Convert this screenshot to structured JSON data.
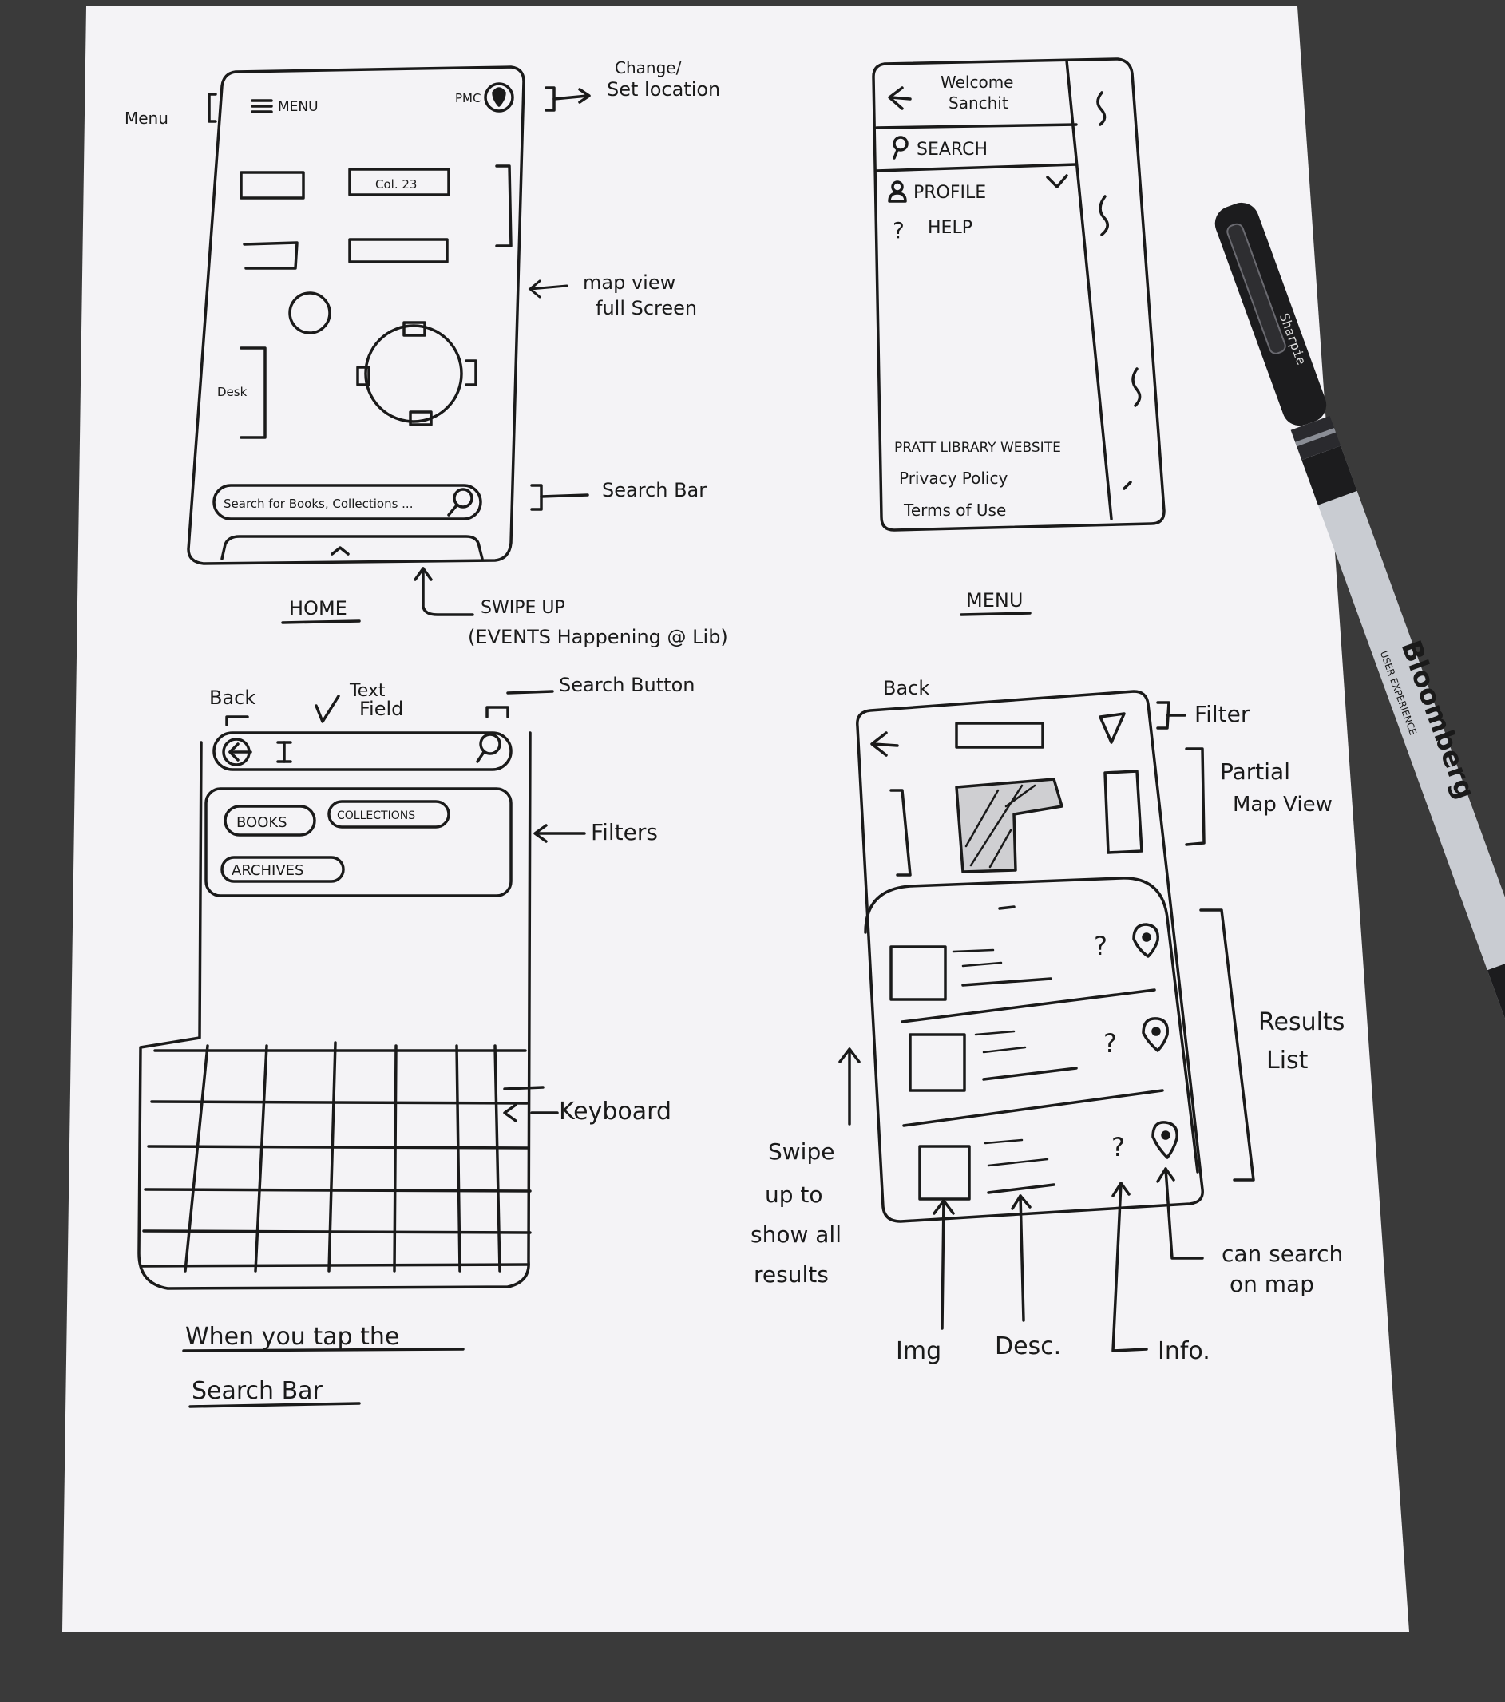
{
  "colors": {
    "desk": "#3a3a3a",
    "paper": "#f4f3f6",
    "ink": "#1a1a1a",
    "marker_body": "#1c1c1e",
    "marker_label": "#c9ccd2"
  },
  "icons": [
    "menu-icon",
    "location-pin-icon",
    "search-icon",
    "back-arrow-icon",
    "profile-icon",
    "help-icon",
    "chevron-down-icon",
    "filter-icon",
    "info-icon",
    "map-pin-icon"
  ],
  "home": {
    "menu_note": "Menu",
    "menu_label": "MENU",
    "location_code": "PMC",
    "change_location_note_1": "Change/",
    "change_location_note_2": "Set location",
    "col_label": "Col. 23",
    "desk_label": "Desk",
    "map_note_1": "map view",
    "map_note_2": "full Screen",
    "search_placeholder": "Search for Books, Collections ...",
    "search_bar_note": "Search Bar",
    "swipe_note_1": "SWIPE UP",
    "swipe_note_2": "(EVENTS Happening @ Lib)",
    "caption": "HOME"
  },
  "menu": {
    "welcome_1": "Welcome",
    "welcome_2": "Sanchit",
    "items": [
      {
        "label": "SEARCH"
      },
      {
        "label": "PROFILE"
      },
      {
        "label": "HELP"
      }
    ],
    "footer_links": [
      "PRATT LIBRARY WEBSITE",
      "Privacy Policy",
      "Terms of Use"
    ],
    "caption": "MENU"
  },
  "search_screen": {
    "back_note": "Back",
    "text_field_note_1": "Text",
    "text_field_note_2": "Field",
    "search_button_note": "Search Button",
    "filters": [
      "BOOKS",
      "COLLECTIONS",
      "ARCHIVES"
    ],
    "filters_note": "Filters",
    "keyboard_note": "Keyboard",
    "caption_1": "When you tap the",
    "caption_2": "Search Bar"
  },
  "results": {
    "back_note": "Back",
    "filter_note": "Filter",
    "partial_map_note_1": "Partial",
    "partial_map_note_2": "Map View",
    "results_note_1": "Results",
    "results_note_2": "List",
    "swipe_note_1": "Swipe",
    "swipe_note_2": "up to",
    "swipe_note_3": "show all",
    "swipe_note_4": "results",
    "map_search_note_1": "can search",
    "map_search_note_2": "on map",
    "img_note": "Img",
    "desc_note": "Desc.",
    "info_note": "Info."
  },
  "marker": {
    "brand": "Sharpie",
    "label": "Bloomberg",
    "sublabel": "USER EXPERIENCE"
  }
}
